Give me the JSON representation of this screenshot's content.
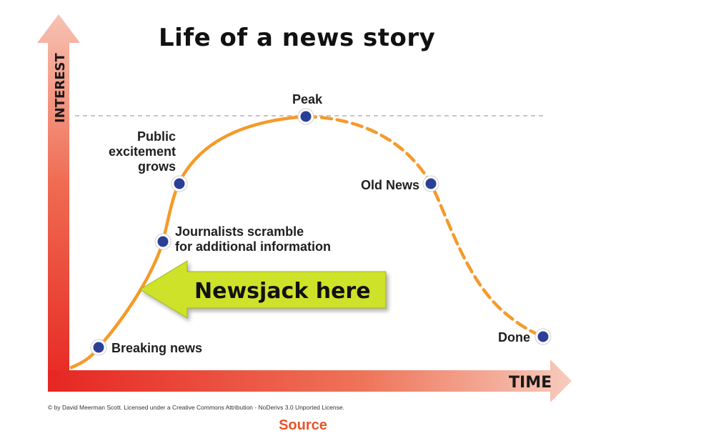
{
  "title": "Life of a news story",
  "axis": {
    "y_label": "INTEREST",
    "x_label": "TIME"
  },
  "stages": [
    {
      "id": "breaking",
      "lines": [
        "Breaking news"
      ]
    },
    {
      "id": "journalists",
      "lines": [
        "Journalists scramble",
        "for additional information"
      ]
    },
    {
      "id": "public",
      "lines": [
        "Public",
        "excitement",
        "grows"
      ]
    },
    {
      "id": "peak",
      "lines": [
        "Peak"
      ]
    },
    {
      "id": "oldnews",
      "lines": [
        "Old News"
      ]
    },
    {
      "id": "done",
      "lines": [
        "Done"
      ]
    }
  ],
  "callout": {
    "text": "Newsjack here"
  },
  "credit": "© by David Meerman Scott. Licensed under a Creative Commons Attribution - NoDerivs 3.0 Unported License.",
  "source_link": "Source",
  "colors": {
    "curve": "#f59a2a",
    "dot": "#2b3f96",
    "axis_red": "#e62622",
    "axis_fade": "#f3b7a7",
    "arrow_fill": "#cfe22c",
    "source": "#e8542c"
  }
}
